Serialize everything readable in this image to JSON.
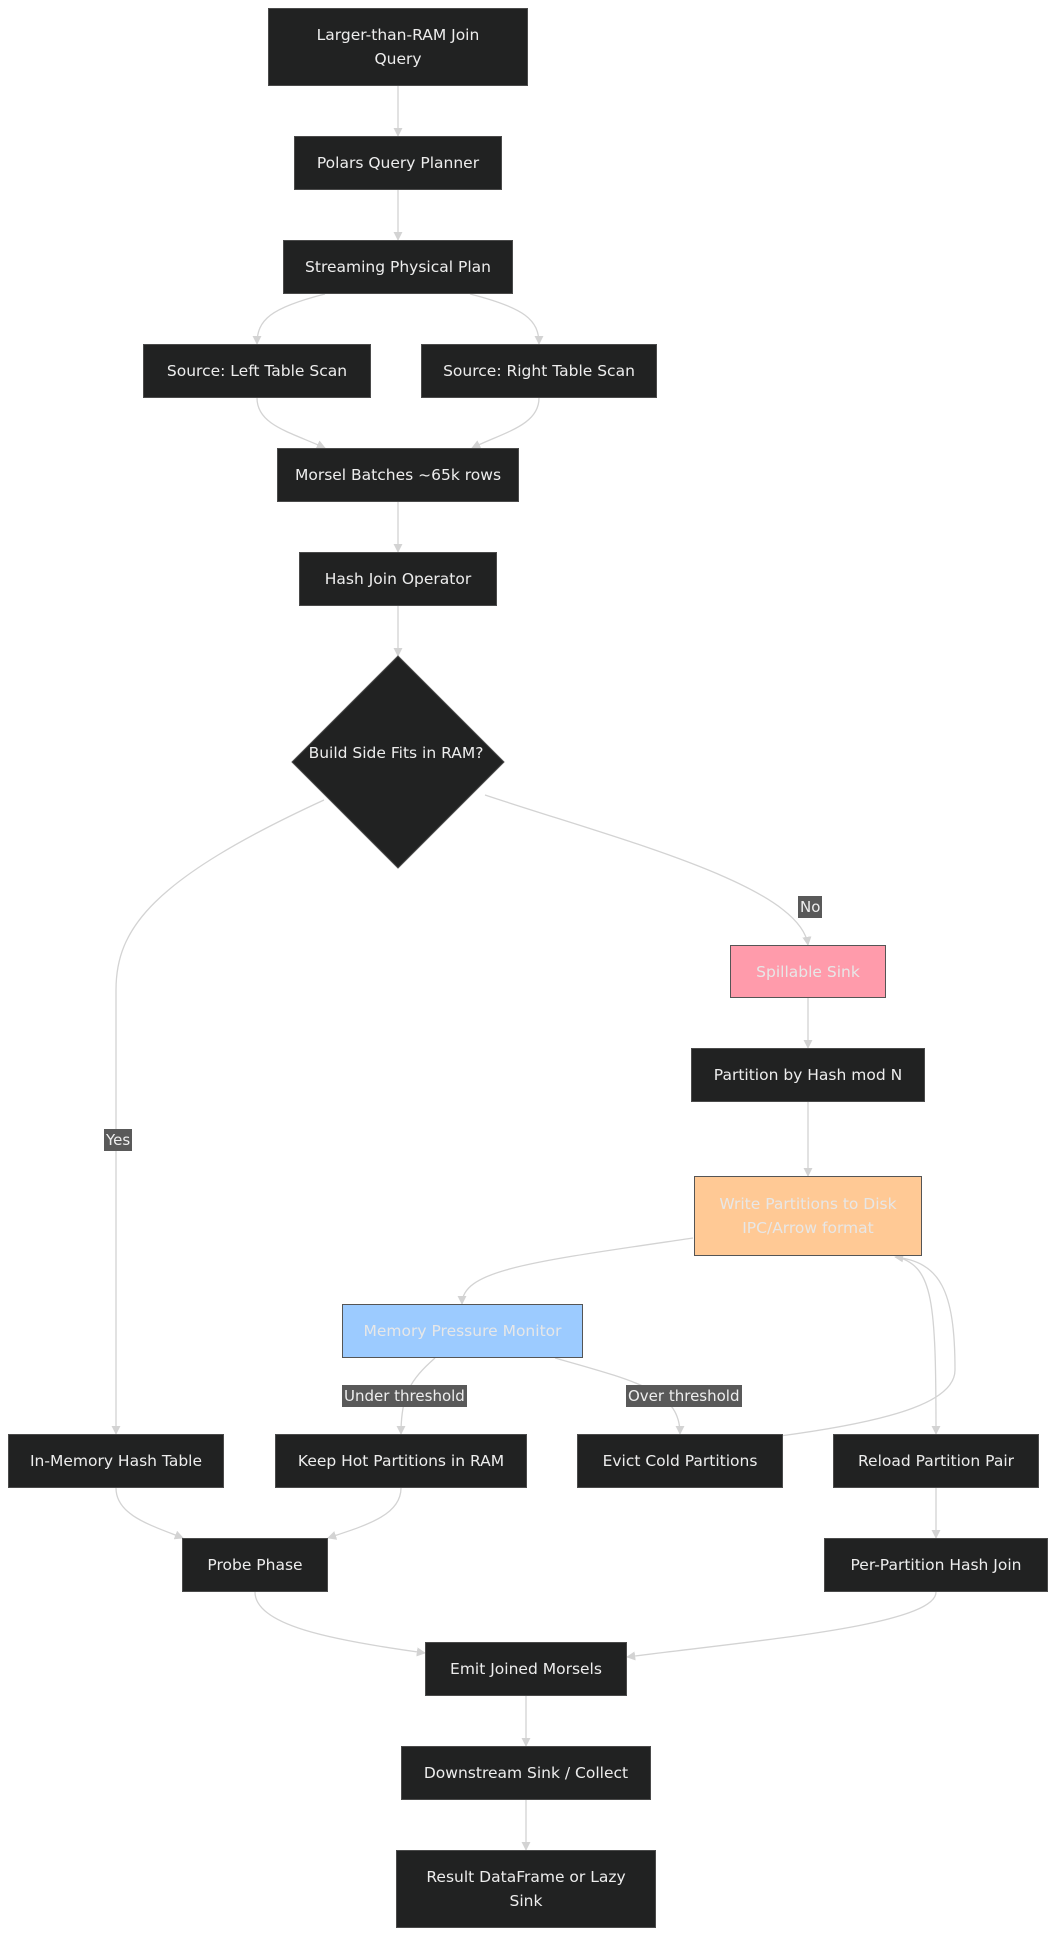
{
  "nodes": {
    "query": "Larger-than-RAM Join Query",
    "planner": "Polars Query Planner",
    "streaming_plan": "Streaming Physical Plan",
    "source_left": "Source: Left Table Scan",
    "source_right": "Source: Right Table Scan",
    "morsel_batches": "Morsel Batches ~65k rows",
    "hash_join_op": "Hash Join Operator",
    "decision": "Build Side Fits in RAM?",
    "spillable_sink": "Spillable Sink",
    "partition_hash": "Partition by Hash mod N",
    "write_partitions": "Write Partitions to Disk IPC/Arrow format",
    "memory_monitor": "Memory Pressure Monitor",
    "in_memory_hash": "In-Memory Hash Table",
    "keep_hot": "Keep Hot Partitions in RAM",
    "evict_cold": "Evict Cold Partitions",
    "reload_pair": "Reload Partition Pair",
    "probe_phase": "Probe Phase",
    "per_partition_join": "Per-Partition Hash Join",
    "emit_morsels": "Emit Joined Morsels",
    "downstream_sink": "Downstream Sink / Collect",
    "result": "Result DataFrame or Lazy Sink"
  },
  "edge_labels": {
    "no": "No",
    "yes": "Yes",
    "under_threshold": "Under threshold",
    "over_threshold": "Over threshold"
  },
  "colors": {
    "node_fill": "#212222",
    "spillable_sink_fill": "#ff9bab",
    "write_partitions_fill": "#ffc995",
    "memory_monitor_fill": "#9ccbff",
    "edge": "#d3d3d3",
    "edge_label_bg": "#595959"
  }
}
